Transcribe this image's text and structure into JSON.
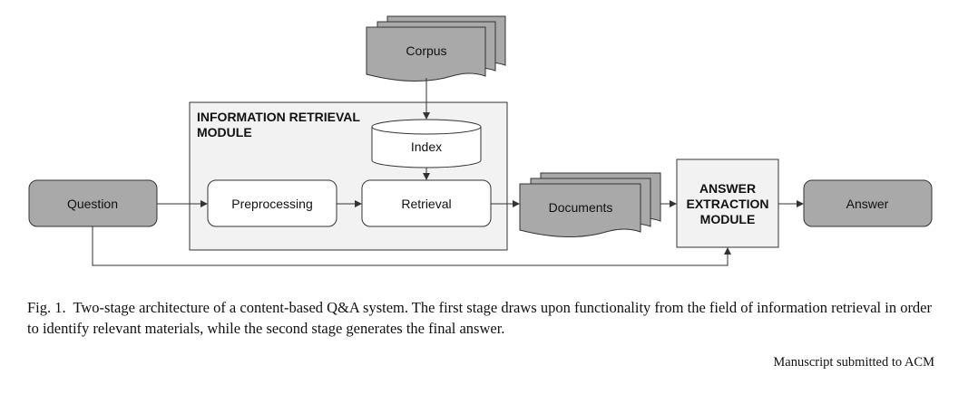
{
  "diagram": {
    "nodes": {
      "corpus": "Corpus",
      "ir_module_line1": "INFORMATION RETRIEVAL",
      "ir_module_line2": "MODULE",
      "index": "Index",
      "question": "Question",
      "preprocessing": "Preprocessing",
      "retrieval": "Retrieval",
      "documents": "Documents",
      "ae_line1": "ANSWER",
      "ae_line2": "EXTRACTION",
      "ae_line3": "MODULE",
      "answer": "Answer"
    },
    "colors": {
      "dark_fill": "#a9a9a9",
      "module_fill": "#f2f2f2",
      "light_fill": "#ffffff",
      "stroke": "#333333"
    }
  },
  "caption": {
    "label": "Fig. 1.",
    "text": "Two-stage architecture of a content-based Q&A system. The first stage draws upon functionality from the field of information retrieval in order to identify relevant materials, while the second stage generates the final answer."
  },
  "footer": "Manuscript submitted to ACM"
}
